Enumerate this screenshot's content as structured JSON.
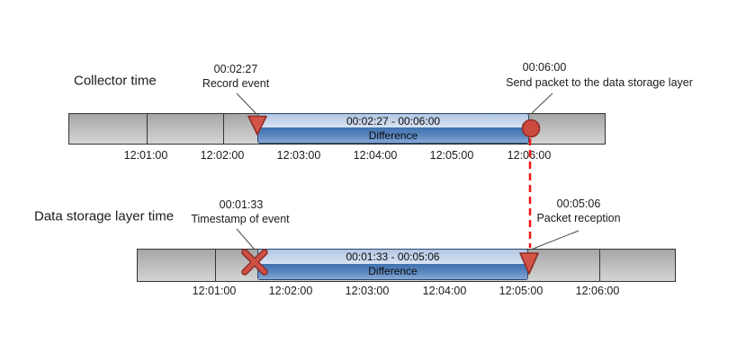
{
  "figure": {
    "type": "timeline-sync-diagram",
    "timelines": [
      {
        "title": "Collector time",
        "events": [
          {
            "time": "00:02:27",
            "label": "Record event",
            "marker": "triangle-down"
          },
          {
            "time": "00:06:00",
            "label": "Send packet to the data storage layer",
            "marker": "circle"
          }
        ],
        "difference": {
          "range": "00:02:27 - 00:06:00",
          "label": "Difference"
        },
        "ticks": [
          "12:01:00",
          "12:02:00",
          "12:03:00",
          "12:04:00",
          "12:05:00",
          "12:06:00"
        ]
      },
      {
        "title": "Data storage layer time",
        "events": [
          {
            "time": "00:01:33",
            "label": "Timestamp of event",
            "marker": "x-cross"
          },
          {
            "time": "00:05:06",
            "label": "Packet reception",
            "marker": "triangle-down"
          }
        ],
        "difference": {
          "range": "00:01:33 - 00:05:06",
          "label": "Difference"
        },
        "ticks": [
          "12:01:00",
          "12:02:00",
          "12:03:00",
          "12:04:00",
          "12:05:00",
          "12:06:00"
        ]
      }
    ],
    "colors": {
      "difference_fill_dark": "#4578b4",
      "difference_fill_light": "#c6d5ec",
      "difference_border": "#27476b",
      "marker_red": "#cd5043",
      "marker_red_dark": "#8e2d26",
      "sync_dashed_line_red": "#f01414",
      "bar_gray_top": "#a5a5a5",
      "bar_gray_bottom": "#d4d4d4"
    }
  }
}
